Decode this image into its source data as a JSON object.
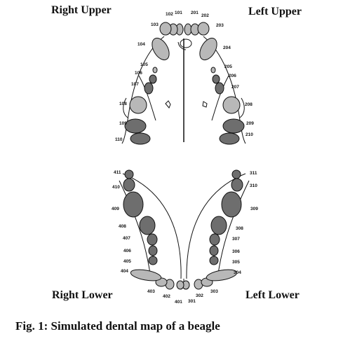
{
  "title": "Fig. 1: Simulated dental map of a beagle",
  "quadrants": {
    "right_upper": "Right Upper",
    "left_upper": "Left Upper",
    "right_lower": "Right Lower",
    "left_lower": "Left Lower"
  },
  "teeth": {
    "right_upper": [
      "101",
      "102",
      "103",
      "104",
      "105",
      "106",
      "107",
      "108",
      "109",
      "110"
    ],
    "left_upper": [
      "201",
      "202",
      "203",
      "204",
      "205",
      "206",
      "207",
      "208",
      "209",
      "210"
    ],
    "left_lower": [
      "301",
      "302",
      "303",
      "304",
      "305",
      "306",
      "307",
      "308",
      "309",
      "310",
      "311"
    ],
    "right_lower": [
      "401",
      "402",
      "403",
      "404",
      "405",
      "406",
      "407",
      "408",
      "409",
      "410",
      "411"
    ]
  },
  "colors": {
    "tooth_light": "#b8b8b8",
    "tooth_dark": "#6e6e6e",
    "outline": "#111111"
  }
}
